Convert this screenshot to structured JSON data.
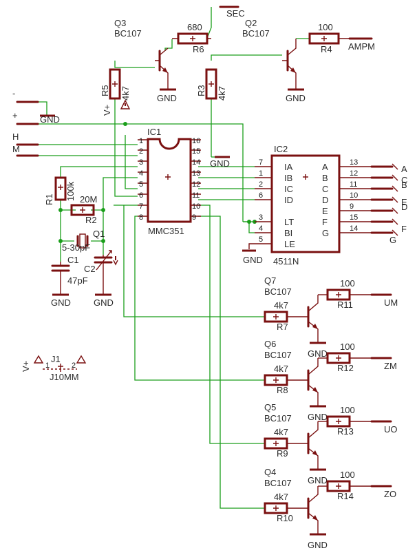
{
  "ic1": {
    "name": "IC1",
    "part": "MMC351"
  },
  "ic2": {
    "name": "IC2",
    "part": "4511N",
    "pins_left": [
      {
        "num": "7",
        "label": "IA"
      },
      {
        "num": "1",
        "label": "IB"
      },
      {
        "num": "2",
        "label": "IC"
      },
      {
        "num": "6",
        "label": "ID"
      },
      {
        "num": "3",
        "label": "LT"
      },
      {
        "num": "4",
        "label": "BI"
      },
      {
        "num": "5",
        "label": "LE"
      }
    ],
    "pins_right": [
      {
        "num": "13",
        "label": "A"
      },
      {
        "num": "12",
        "label": "B"
      },
      {
        "num": "11",
        "label": "C"
      },
      {
        "num": "10",
        "label": "D"
      },
      {
        "num": "9",
        "label": "E"
      },
      {
        "num": "15",
        "label": "F"
      },
      {
        "num": "14",
        "label": "G"
      }
    ]
  },
  "ic1_pins": {
    "left": [
      "1",
      "2",
      "3",
      "4",
      "5",
      "6",
      "7",
      "8"
    ],
    "right": [
      "16",
      "15",
      "14",
      "13",
      "12",
      "11",
      "10",
      "9"
    ]
  },
  "transistors": [
    {
      "name": "Q3",
      "part": "BC107"
    },
    {
      "name": "Q2",
      "part": "BC107"
    },
    {
      "name": "Q7",
      "part": "BC107"
    },
    {
      "name": "Q6",
      "part": "BC107"
    },
    {
      "name": "Q5",
      "part": "BC107"
    },
    {
      "name": "Q4",
      "part": "BC107"
    }
  ],
  "resistors": [
    {
      "name": "R1",
      "value": "100k"
    },
    {
      "name": "R2",
      "value": "20M"
    },
    {
      "name": "R3",
      "value": "4k7"
    },
    {
      "name": "R4",
      "value": "100"
    },
    {
      "name": "R5",
      "value": "4k7"
    },
    {
      "name": "R6",
      "value": "680"
    },
    {
      "name": "R7",
      "value": "4k7"
    },
    {
      "name": "R8",
      "value": "4k7"
    },
    {
      "name": "R9",
      "value": "4k7"
    },
    {
      "name": "R10",
      "value": "4k7"
    },
    {
      "name": "R11",
      "value": "100"
    },
    {
      "name": "R12",
      "value": "100"
    },
    {
      "name": "R13",
      "value": "100"
    },
    {
      "name": "R14",
      "value": "100"
    }
  ],
  "capacitors": [
    {
      "name": "C1",
      "value": "47pF"
    },
    {
      "name": "C2",
      "value": "5-30pF"
    }
  ],
  "crystal": {
    "name": "Q1"
  },
  "jumper": {
    "name": "J1",
    "part": "J10MM",
    "pin1": "1",
    "pin2": "2"
  },
  "supply": {
    "vplus": "V+",
    "gnd": "GND"
  },
  "inputs": [
    "-",
    "+",
    "H",
    "M"
  ],
  "outputs": {
    "top": [
      "SEC",
      "AMPM"
    ],
    "segments": [
      "A",
      "B",
      "C",
      "D",
      "E",
      "F",
      "G"
    ],
    "drivers": [
      "UM",
      "ZM",
      "UO",
      "ZO"
    ]
  }
}
